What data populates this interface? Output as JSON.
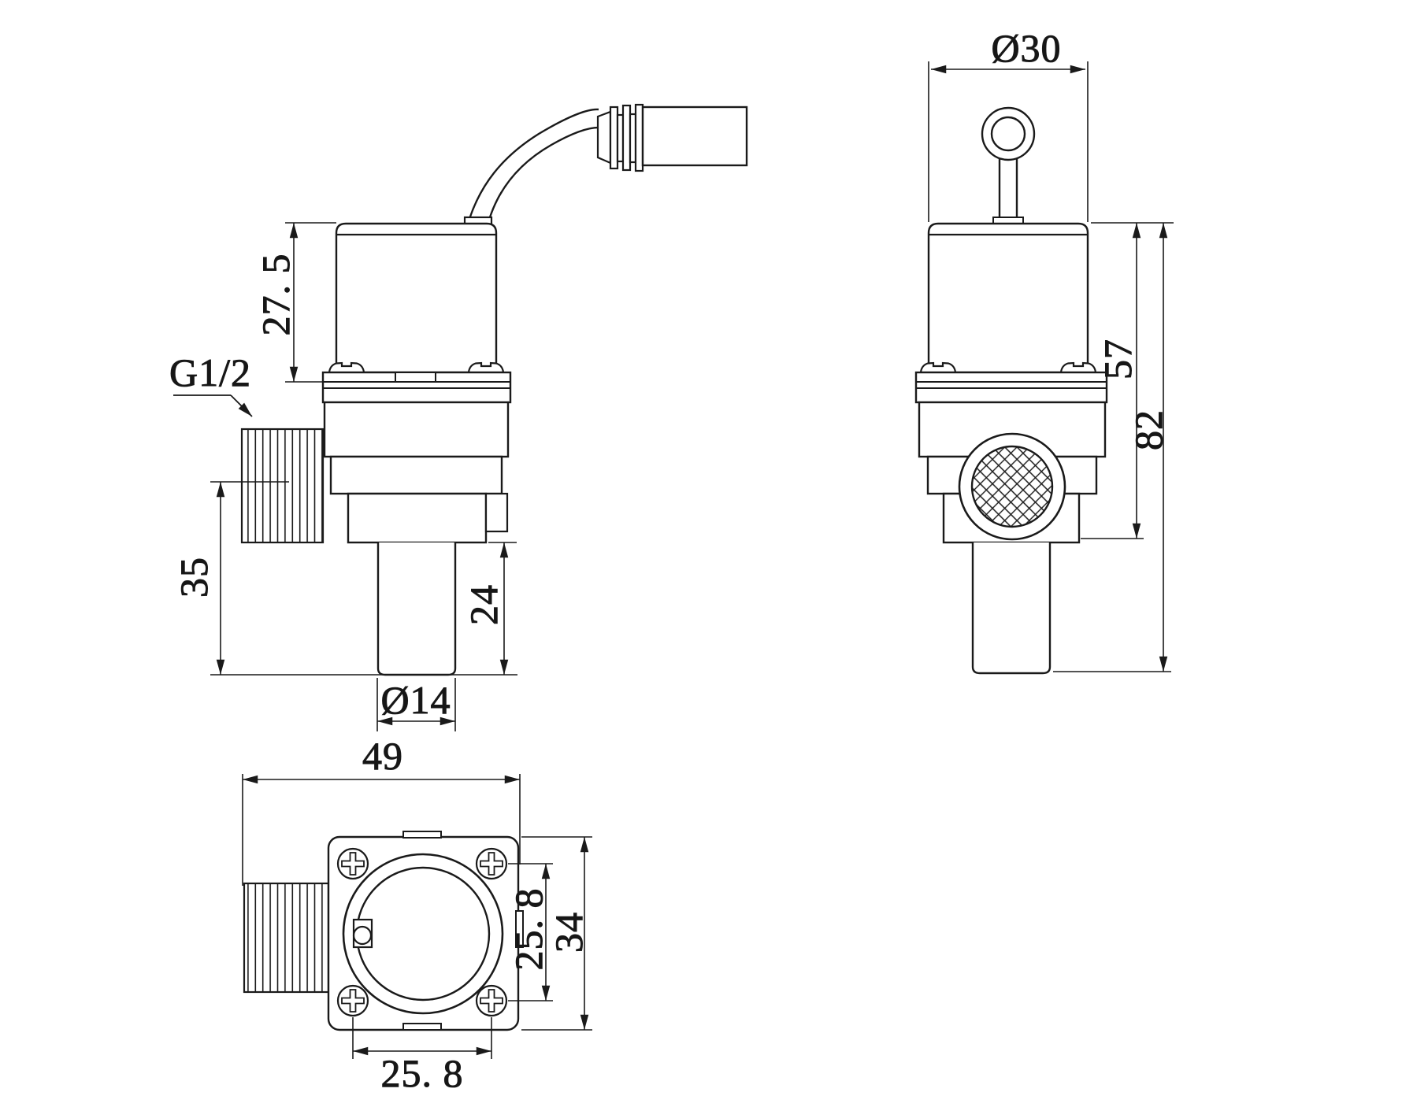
{
  "meta": {
    "background": "#ffffff",
    "line_color": "#1a1a1a",
    "text_color": "#161616"
  },
  "views": {
    "side": {
      "title": "side-view-with-cable",
      "dims": {
        "coil_height": "27. 5",
        "thread_spec": "G1/2",
        "inlet_height": "35",
        "outlet_height": "24",
        "outlet_diameter": "Ø14"
      }
    },
    "front": {
      "title": "front-view",
      "dims": {
        "top_diameter": "Ø30",
        "body_height": "57",
        "total_height": "82"
      }
    },
    "bottom": {
      "title": "bottom-view",
      "dims": {
        "overall_width": "49",
        "screw_pitch_vertical": "25. 8",
        "flange_height": "34",
        "screw_pitch_horizontal": "25. 8"
      }
    }
  }
}
